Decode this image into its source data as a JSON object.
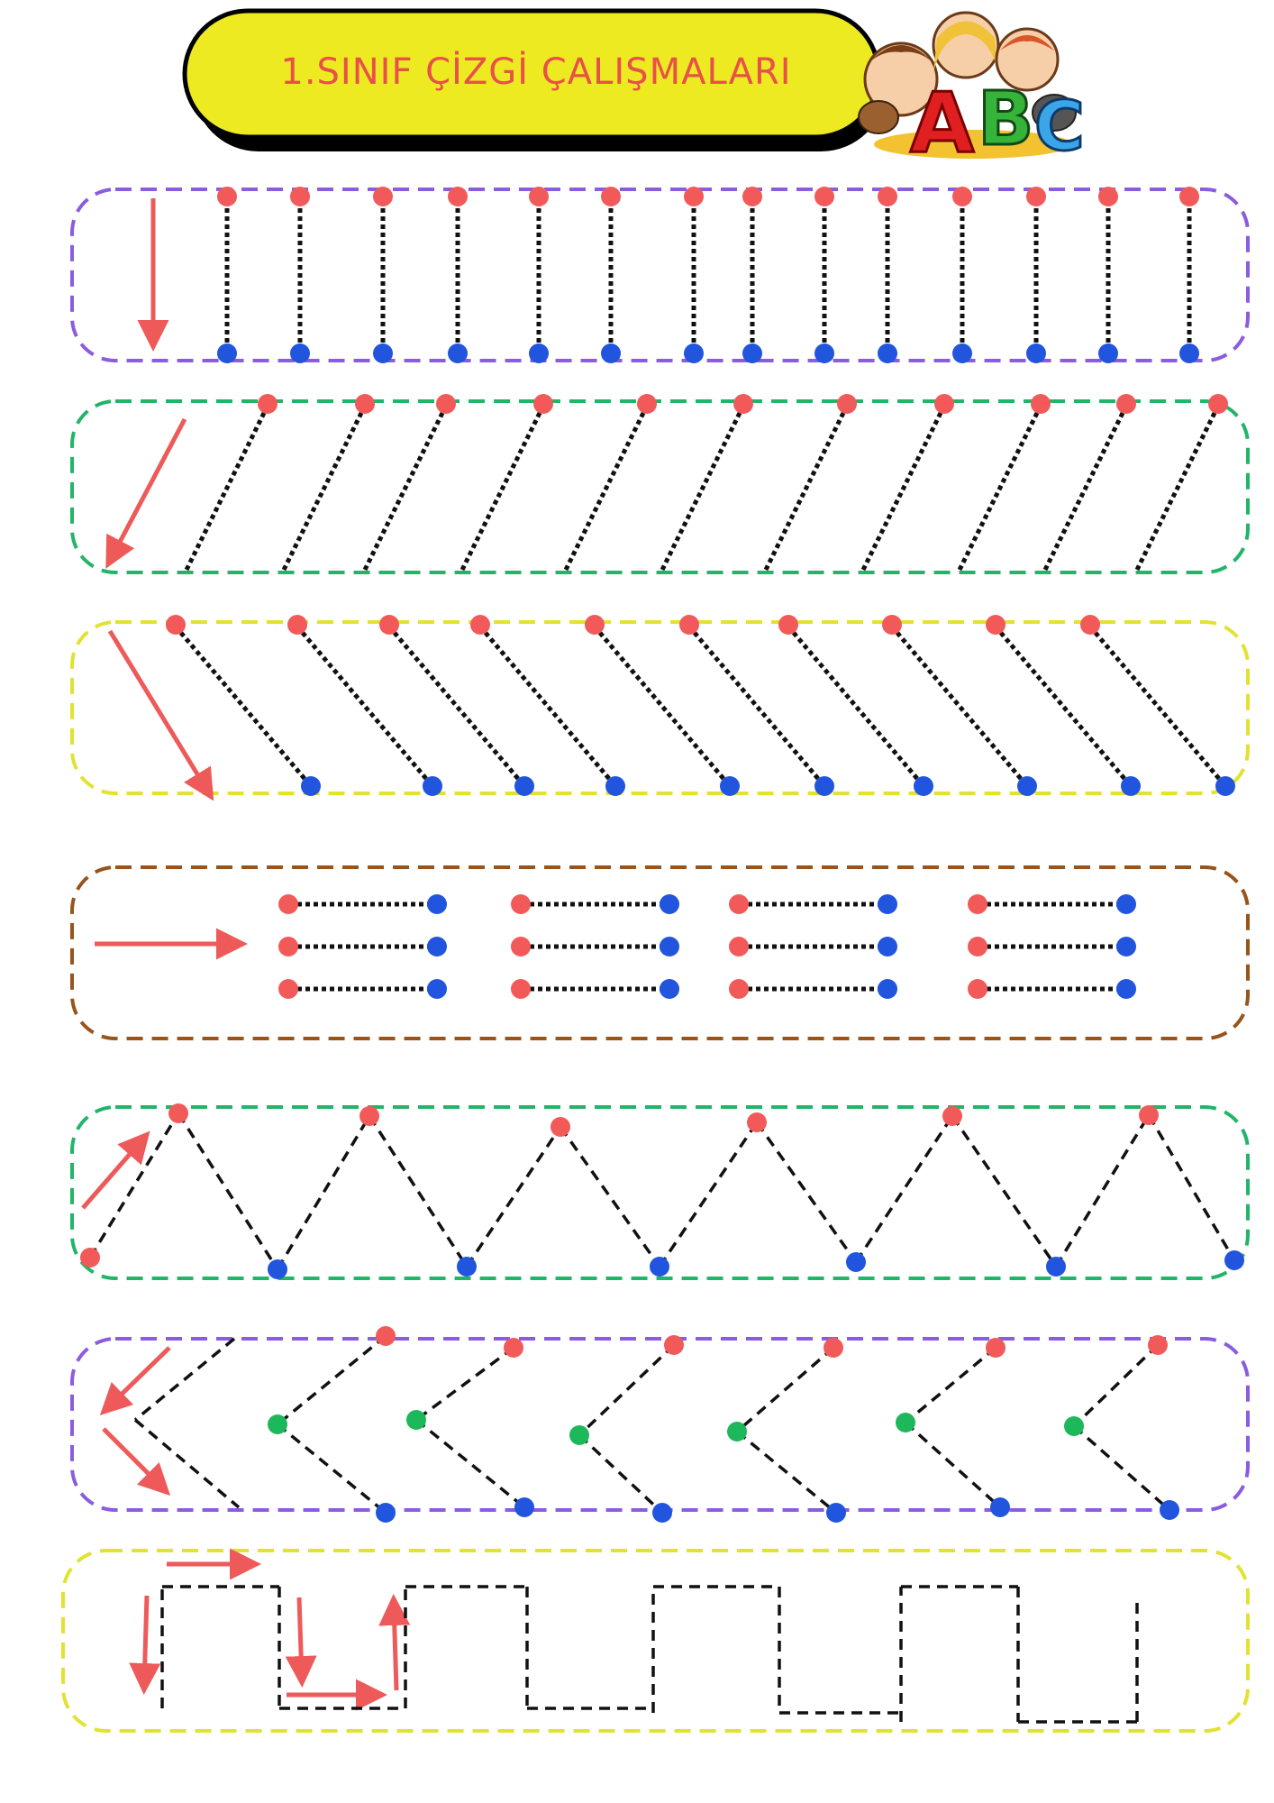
{
  "header": {
    "title": "1.SINIF ÇİZGİ ÇALIŞMALARI",
    "badge_letters": [
      "A",
      "B",
      "C"
    ]
  },
  "colors": {
    "start_dot": "#f25a5a",
    "end_dot": "#2255dd",
    "middle_dot": "#1db85a",
    "arrow": "#ee5a5a",
    "trace_line": "#111111",
    "title_fill": "#eeea22",
    "title_text": "#e8504a",
    "row_borders": [
      "#8a5ce0",
      "#22b56a",
      "#e2e232",
      "#98541a",
      "#22b56a",
      "#8a5ce0",
      "#e2e232"
    ]
  },
  "rows": [
    {
      "name": "vertical-lines",
      "count": 14
    },
    {
      "name": "slant-left-lines",
      "count": 11
    },
    {
      "name": "slant-right-lines",
      "count": 10
    },
    {
      "name": "horizontal-lines",
      "groups": 4,
      "per_group": 3
    },
    {
      "name": "zigzag",
      "peaks": 6
    },
    {
      "name": "angle-brackets",
      "count": 6
    },
    {
      "name": "square-waves",
      "count": 4
    }
  ]
}
